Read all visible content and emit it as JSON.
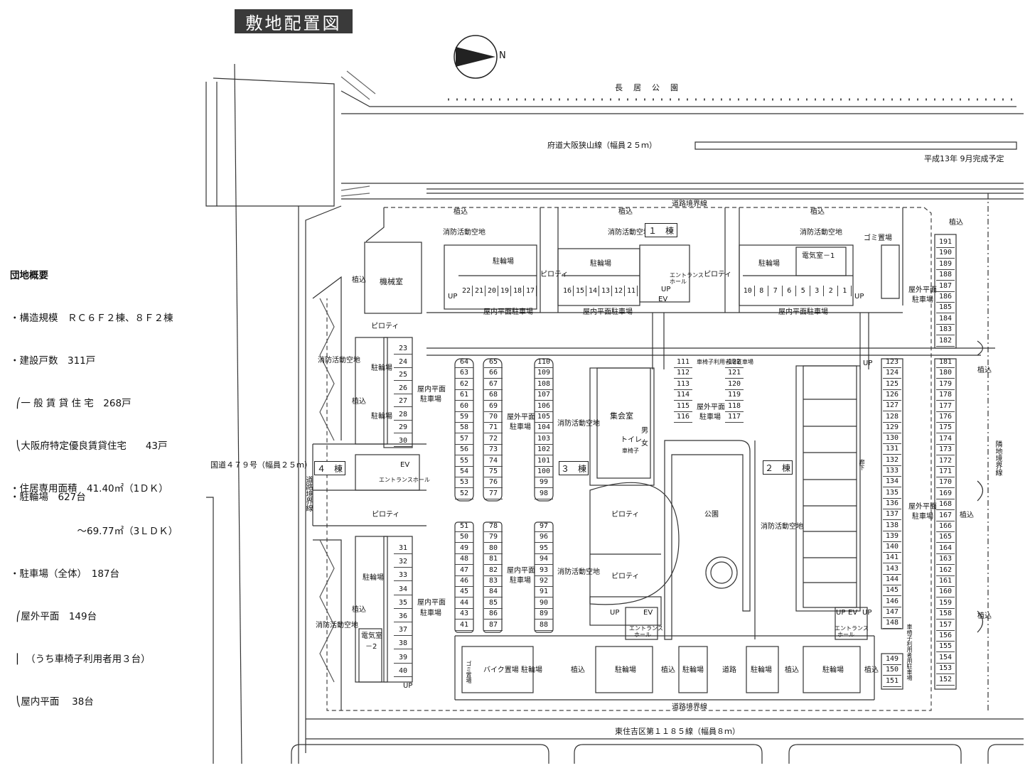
{
  "title": "敷地配置図",
  "compass": "N",
  "overview": {
    "heading": "団地概要",
    "lines": [
      "・構造規模　ＲＣ６Ｆ２棟、８Ｆ２棟",
      "・建設戸数　311戸",
      "  ⎛一 般 賃 貸 住 宅　268戸",
      "  ⎝大阪府特定優良賃貸住宅　　43戸",
      "・住居専用面積　41.40㎡（1ＤＫ）",
      "　　　　　　　～69.77㎡（3ＬＤＫ）",
      "・駐車場（全体）　187台",
      "  ⎛屋外平面　149台",
      "  ⎜　（うち車椅子利用者用３台）",
      "  ⎝屋内平面　 38台"
    ],
    "bike": "・駐輪場　627台"
  },
  "labels": {
    "park_top": "長　居　公　園",
    "road_main": "府道大阪狭山線（幅員２５ｍ）",
    "completion": "平成13年 9月完成予定",
    "boundary_top": "道路境界線",
    "boundary_bottom": "道路境界線",
    "boundary_left": "道路境界線",
    "boundary_right": "隣地境界線",
    "road_left": "国道４７９号（幅員２５ｍ）",
    "road_bottom": "東住吉区第１１８５線（幅員８ｍ）",
    "planting": "植込",
    "fire_space": "消防活動空地",
    "bike_parking": "駐輪場",
    "pilotis": "ピロティ",
    "indoor_parking": "屋内平面駐車場",
    "indoor_parking_2l_a": "屋内平面",
    "indoor_parking_2l_b": "駐車場",
    "outdoor_parking_a": "屋外平面",
    "outdoor_parking_b": "駐車場",
    "machine_room": "機械室",
    "electric_1": "電気室－1",
    "electric_2a": "電気室",
    "electric_2b": "－2",
    "garbage": "ゴミ置場",
    "garbage_v": "ゴミ置場",
    "meeting_room": "集会室",
    "toilet": "トイレ",
    "male": "男",
    "female": "女",
    "wheelchair": "車椅子",
    "park": "公園",
    "bike_storage": "バイク置場",
    "road": "道路",
    "entrance": "エントランスホール",
    "entrance_a": "エントランス",
    "entrance_b": "ホール",
    "up": "UP",
    "ev": "EV",
    "corridor": "廊下",
    "wheelchair_parking": "車椅子利用者用駐車場",
    "building_1": "１　棟",
    "building_2": "２　棟",
    "building_3": "３　棟",
    "building_4": "４　棟"
  },
  "indoor_numbers_top_left": [
    "22",
    "21",
    "20",
    "19",
    "18",
    "17"
  ],
  "indoor_numbers_top_mid": [
    "16",
    "15",
    "14",
    "13",
    "12",
    "11"
  ],
  "indoor_numbers_top_right": [
    "10",
    "8",
    "7",
    "6",
    "5",
    "3",
    "2",
    "1"
  ],
  "indoor_numbers_w_upper": [
    "23",
    "24",
    "25",
    "26",
    "27",
    "28",
    "29",
    "30"
  ],
  "indoor_numbers_w_lower": [
    "31",
    "32",
    "33",
    "34",
    "35",
    "36",
    "37",
    "38",
    "39",
    "40"
  ],
  "col_a_upper": [
    "64",
    "63",
    "62",
    "61",
    "60",
    "59",
    "58",
    "57",
    "56",
    "55",
    "54",
    "53",
    "52"
  ],
  "col_a_lower": [
    "51",
    "50",
    "49",
    "48",
    "47",
    "46",
    "45",
    "44",
    "43",
    "41"
  ],
  "col_b_upper": [
    "65",
    "66",
    "67",
    "68",
    "69",
    "70",
    "71",
    "72",
    "73",
    "74",
    "75",
    "76",
    "77"
  ],
  "col_b_lower": [
    "78",
    "79",
    "80",
    "81",
    "82",
    "83",
    "84",
    "85",
    "86",
    "87"
  ],
  "col_c_upper": [
    "110",
    "109",
    "108",
    "107",
    "106",
    "105",
    "104",
    "103",
    "102",
    "101",
    "100",
    "99",
    "98"
  ],
  "col_c_lower": [
    "97",
    "96",
    "95",
    "94",
    "93",
    "92",
    "91",
    "90",
    "89",
    "88"
  ],
  "col_d_left": [
    "111",
    "112",
    "113",
    "114",
    "115",
    "116"
  ],
  "col_d_right": [
    "122",
    "121",
    "120",
    "119",
    "118",
    "117"
  ],
  "col_e": [
    "123",
    "124",
    "125",
    "126",
    "127",
    "128",
    "129",
    "130",
    "131",
    "132",
    "133",
    "134",
    "135",
    "136",
    "137",
    "138",
    "139",
    "140",
    "141",
    "143",
    "144",
    "145",
    "146",
    "147",
    "148"
  ],
  "col_e_bottom": [
    "149",
    "150",
    "151"
  ],
  "col_f_top": [
    "191",
    "190",
    "189",
    "188",
    "187",
    "186",
    "185",
    "184",
    "183",
    "182"
  ],
  "col_f": [
    "181",
    "180",
    "179",
    "178",
    "177",
    "176",
    "175",
    "174",
    "173",
    "172",
    "171",
    "170",
    "169",
    "168",
    "167",
    "166",
    "165",
    "164",
    "163",
    "162",
    "161",
    "160",
    "159",
    "158",
    "157",
    "156",
    "155",
    "154",
    "153",
    "152"
  ]
}
